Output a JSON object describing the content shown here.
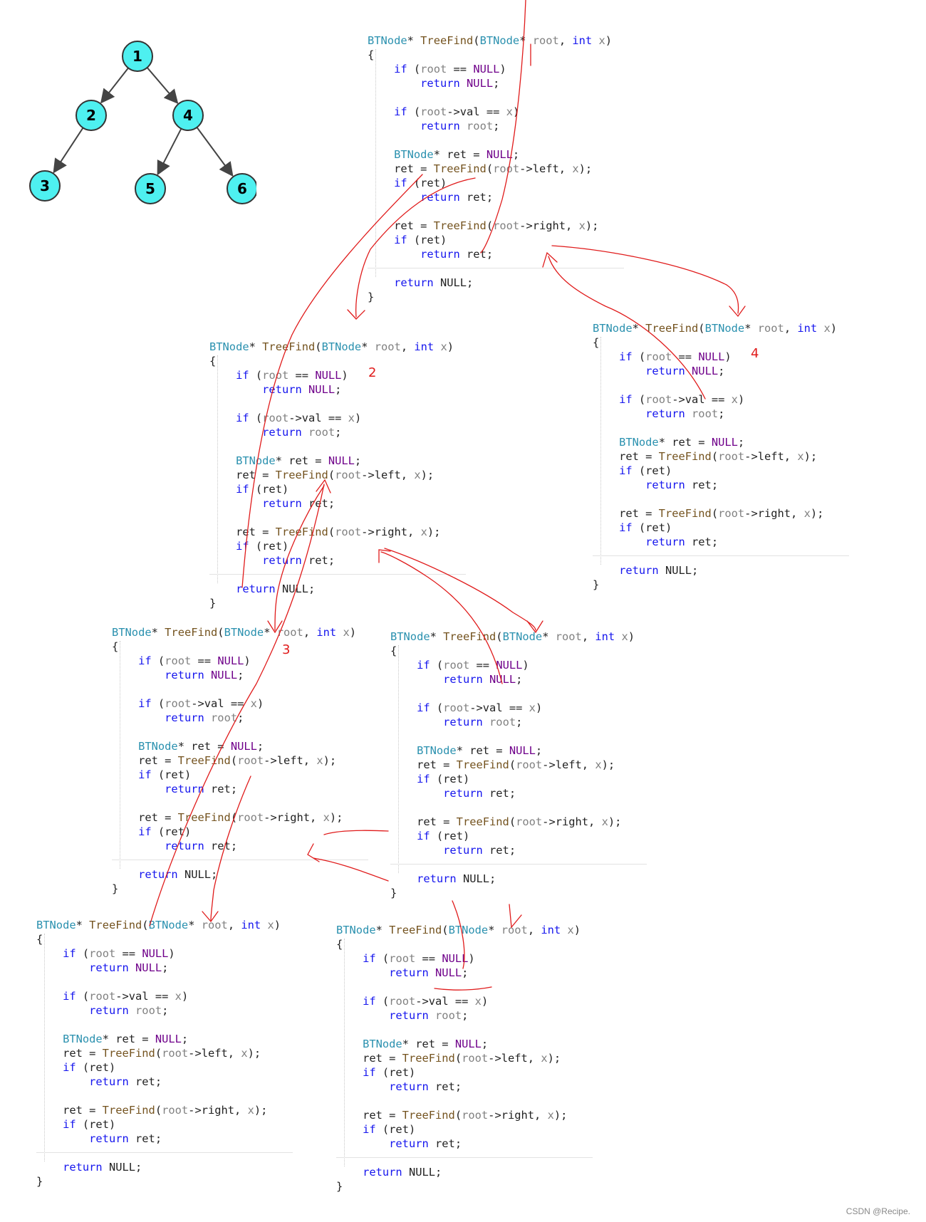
{
  "tree": {
    "nodes": [
      {
        "id": "1",
        "label": "1"
      },
      {
        "id": "2",
        "label": "2"
      },
      {
        "id": "4",
        "label": "4"
      },
      {
        "id": "3",
        "label": "3"
      },
      {
        "id": "5",
        "label": "5"
      },
      {
        "id": "6",
        "label": "6"
      }
    ],
    "edges": [
      [
        "1",
        "2"
      ],
      [
        "1",
        "4"
      ],
      [
        "2",
        "3"
      ],
      [
        "4",
        "5"
      ],
      [
        "4",
        "6"
      ]
    ],
    "node_fill": "#4ef0f0",
    "node_stroke": "#333333"
  },
  "code": {
    "lines": [
      [
        {
          "t": "BTNode",
          "c": "ty"
        },
        {
          "t": "* "
        },
        {
          "t": "TreeFind",
          "c": "fn"
        },
        {
          "t": "("
        },
        {
          "t": "BTNode",
          "c": "ty"
        },
        {
          "t": "* "
        },
        {
          "t": "root",
          "c": "pm"
        },
        {
          "t": ", "
        },
        {
          "t": "int",
          "c": "kw"
        },
        {
          "t": " "
        },
        {
          "t": "x",
          "c": "pm"
        },
        {
          "t": ")"
        }
      ],
      [
        {
          "t": "{"
        }
      ],
      [
        {
          "t": "    "
        },
        {
          "t": "if",
          "c": "kw"
        },
        {
          "t": " ("
        },
        {
          "t": "root",
          "c": "pm"
        },
        {
          "t": " == "
        },
        {
          "t": "NULL",
          "c": "mac"
        },
        {
          "t": ")"
        }
      ],
      [
        {
          "t": "        "
        },
        {
          "t": "return",
          "c": "kw"
        },
        {
          "t": " "
        },
        {
          "t": "NULL",
          "c": "mac"
        },
        {
          "t": ";"
        }
      ],
      [
        {
          "t": ""
        }
      ],
      [
        {
          "t": "    "
        },
        {
          "t": "if",
          "c": "kw"
        },
        {
          "t": " ("
        },
        {
          "t": "root",
          "c": "pm"
        },
        {
          "t": "->val == "
        },
        {
          "t": "x",
          "c": "pm"
        },
        {
          "t": ")"
        }
      ],
      [
        {
          "t": "        "
        },
        {
          "t": "return",
          "c": "kw"
        },
        {
          "t": " "
        },
        {
          "t": "root",
          "c": "pm"
        },
        {
          "t": ";"
        }
      ],
      [
        {
          "t": ""
        }
      ],
      [
        {
          "t": "    "
        },
        {
          "t": "BTNode",
          "c": "ty"
        },
        {
          "t": "* ret = "
        },
        {
          "t": "NULL",
          "c": "mac"
        },
        {
          "t": ";"
        }
      ],
      [
        {
          "t": "    ret = "
        },
        {
          "t": "TreeFind",
          "c": "fn"
        },
        {
          "t": "("
        },
        {
          "t": "root",
          "c": "pm"
        },
        {
          "t": "->left, "
        },
        {
          "t": "x",
          "c": "pm"
        },
        {
          "t": ");"
        }
      ],
      [
        {
          "t": "    "
        },
        {
          "t": "if",
          "c": "kw"
        },
        {
          "t": " (ret)"
        }
      ],
      [
        {
          "t": "        "
        },
        {
          "t": "return",
          "c": "kw"
        },
        {
          "t": " ret;"
        }
      ],
      [
        {
          "t": ""
        }
      ],
      [
        {
          "t": "    ret = "
        },
        {
          "t": "TreeFind",
          "c": "fn"
        },
        {
          "t": "("
        },
        {
          "t": "root",
          "c": "pm"
        },
        {
          "t": "->right, "
        },
        {
          "t": "x",
          "c": "pm"
        },
        {
          "t": ");"
        }
      ],
      [
        {
          "t": "    "
        },
        {
          "t": "if",
          "c": "kw"
        },
        {
          "t": " (ret)"
        }
      ],
      [
        {
          "t": "        "
        },
        {
          "t": "return",
          "c": "kw"
        },
        {
          "t": " ret;"
        }
      ],
      [
        {
          "t": ""
        }
      ],
      [
        {
          "t": "    "
        },
        {
          "t": "return",
          "c": "kw"
        },
        {
          "t": " NULL;"
        }
      ],
      [
        {
          "t": "}"
        }
      ]
    ],
    "blocks": [
      "block-root",
      "block-node-4",
      "block-node-2",
      "block-node-3",
      "block-node-5-slot",
      "block-node-3-left",
      "block-null-right"
    ]
  },
  "annotations": {
    "labels": [
      "2",
      "4",
      "3"
    ],
    "pen_color": "#e01b1b"
  },
  "watermark": "CSDN @Recipe."
}
